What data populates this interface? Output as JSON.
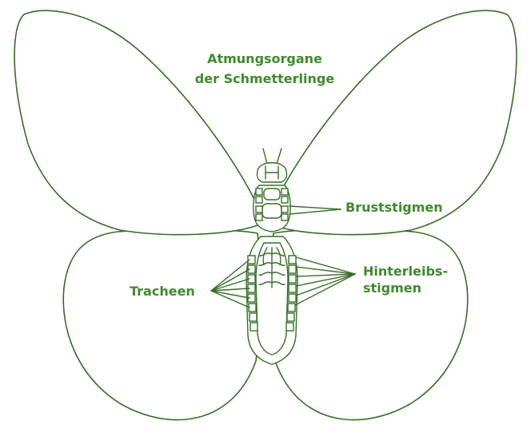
{
  "title": {
    "line1": "Atmungsorgane",
    "line2": "der Schmetterlinge"
  },
  "labels": {
    "brust": "Bruststigmen",
    "tracheen": "Tracheen",
    "hinterleib_line1": "Hinterleibs-",
    "hinterleib_line2": "stigmen"
  },
  "colors": {
    "line": "#356e26",
    "text": "#3f8a2d",
    "background": "#ffffff"
  }
}
